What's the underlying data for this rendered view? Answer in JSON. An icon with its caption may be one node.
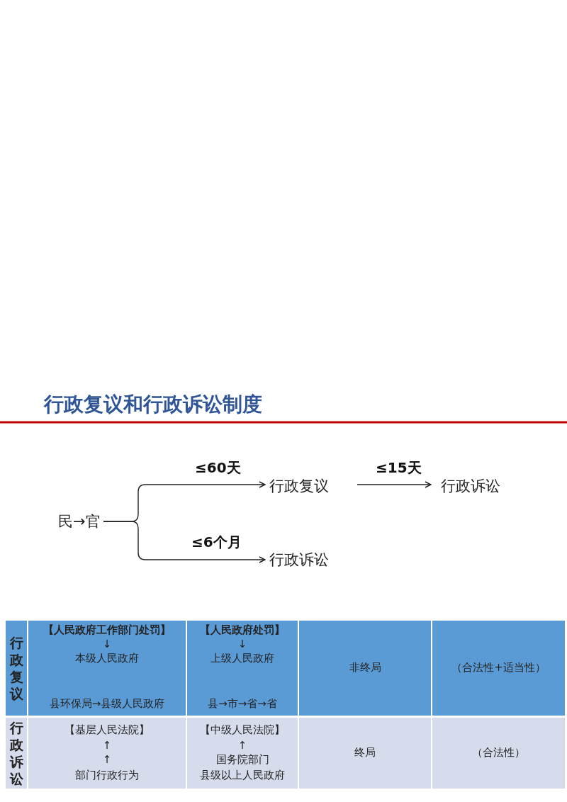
{
  "diagram": {
    "title": "行政复议和行政诉讼制度",
    "nodes": [
      {
        "text": [
          "民→官"
        ]
      },
      {
        "text": [
          "行政复议"
        ]
      },
      {
        "text": [
          "行政诉讼"
        ]
      },
      {
        "text": [
          "行政诉讼"
        ]
      }
    ],
    "edges": [
      {
        "from": 0,
        "to": 1,
        "arrow": "to",
        "label": "≤60天"
      },
      {
        "from": 1,
        "to": 2,
        "arrow": "to",
        "label": "≤15天"
      },
      {
        "from": 0,
        "to": 3,
        "arrow": "to",
        "label": "≤6个月"
      }
    ],
    "labels": [
      "行政复议",
      "【人民政府工作部门处罚】",
      "↓",
      "本级人民政府",
      "县环保局→县级人民政府",
      "【人民政府处罚】",
      "↓",
      "上级人民政府",
      "县→市→省→省",
      "非终局",
      "（合法性+适当性）",
      "行政诉讼",
      "【基层人民法院】",
      "↑",
      "↑",
      "部门行政行为",
      "【中级人民法院】",
      "↑",
      "国务院部门",
      "县级以上人民政府",
      "终局",
      "（合法性）"
    ]
  }
}
